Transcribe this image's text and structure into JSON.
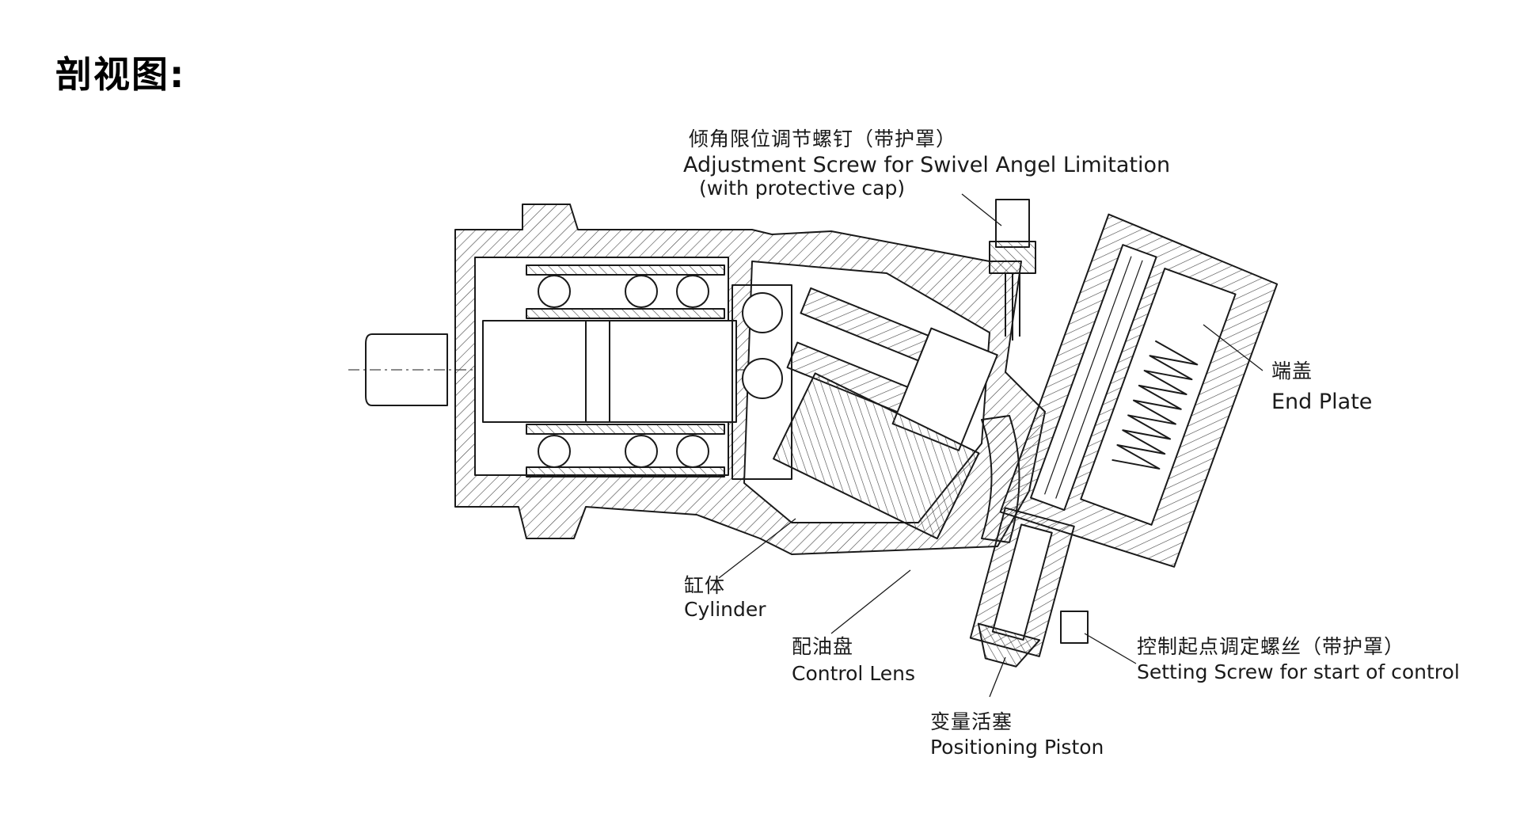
{
  "title": "剖视图:",
  "labels": {
    "adjustment_screw": {
      "zh": "倾角限位调节螺钉（带护罩）",
      "en": "Adjustment Screw for Swivel Angel Limitation",
      "en2": "(with protective cap)"
    },
    "end_plate": {
      "zh": "端盖",
      "en": "End Plate"
    },
    "cylinder": {
      "zh": "缸体",
      "en": "Cylinder"
    },
    "control_lens": {
      "zh": "配油盘",
      "en": "Control Lens"
    },
    "setting_screw": {
      "zh": "控制起点调定螺丝（带护罩）",
      "en": "Setting Screw for start of control"
    },
    "positioning_piston": {
      "zh": "变量活塞",
      "en": "Positioning Piston"
    }
  }
}
